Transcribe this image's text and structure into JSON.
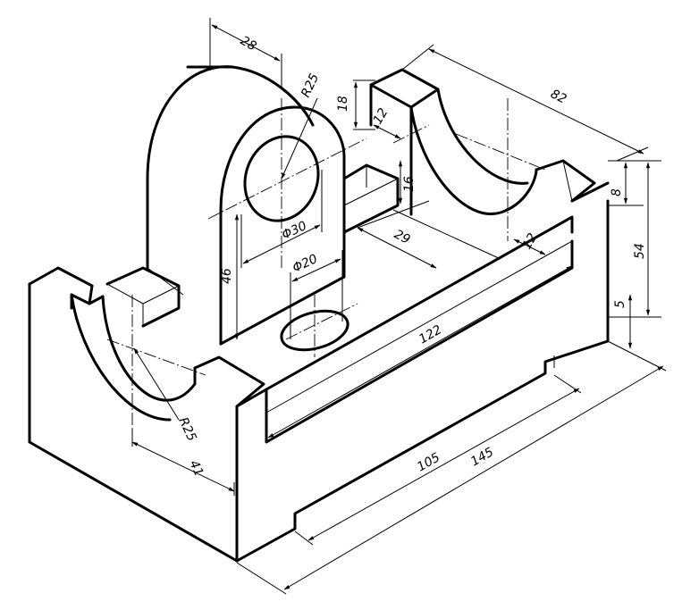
{
  "dimensions": {
    "d28": "28",
    "r25_top": "R25",
    "d18": "18",
    "d12_top": "12",
    "d82": "82",
    "d16": "16",
    "phi30": "Φ30",
    "d29": "29",
    "d12_mid": "12",
    "d8": "8",
    "d54": "54",
    "d46": "46",
    "phi20": "Φ20",
    "d122": "122",
    "d5": "5",
    "r25_bottom": "R25",
    "d41": "41",
    "d105": "105",
    "d145": "145"
  }
}
